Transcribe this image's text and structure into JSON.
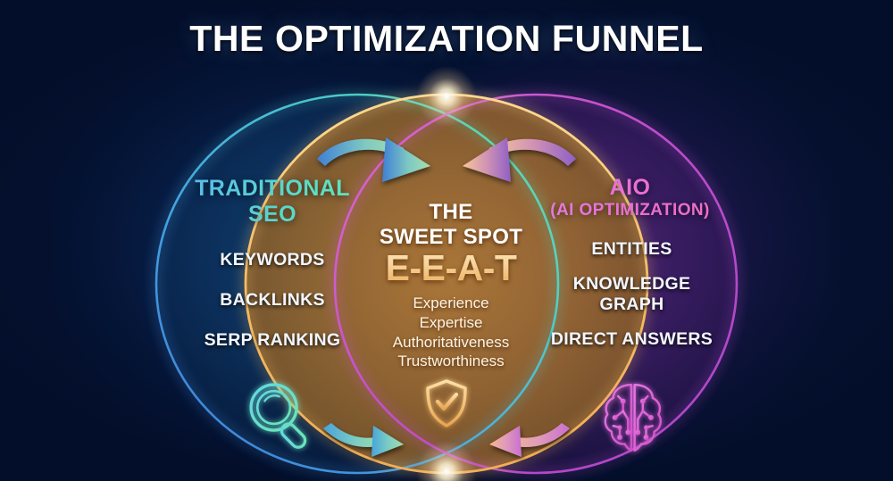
{
  "title": "THE OPTIMIZATION FUNNEL",
  "left_circle": {
    "name": "Traditional SEO",
    "title_line1": "TRADITIONAL",
    "title_line2": "SEO",
    "color": "#57d4d0",
    "items": [
      "KEYWORDS",
      "BACKLINKS",
      "SERP RANKING"
    ],
    "icon": "magnifying-glass-icon"
  },
  "right_circle": {
    "name": "AIO",
    "title_line1": "AIO",
    "title_line2": "(AI OPTIMIZATION)",
    "color": "#e96fd6",
    "items": [
      "ENTITIES",
      "KNOWLEDGE GRAPH",
      "DIRECT ANSWERS"
    ],
    "icon": "ai-brain-icon"
  },
  "center": {
    "heading_line1": "THE",
    "heading_line2": "SWEET SPOT",
    "acronym": "E-E-A-T",
    "expansion": [
      "Experience",
      "Expertise",
      "Authoritativeness",
      "Trustworthiness"
    ],
    "color": "#eaa855",
    "icon": "shield-check-icon"
  },
  "arrows": [
    {
      "id": "top-left-arrow",
      "direction": "into-center",
      "from": "Traditional SEO",
      "colors": [
        "#4a8fd4",
        "#8fd6b4"
      ]
    },
    {
      "id": "top-right-arrow",
      "direction": "into-center",
      "from": "AIO",
      "colors": [
        "#9b66c9",
        "#f3c096"
      ]
    },
    {
      "id": "bottom-left-arrow",
      "direction": "into-center",
      "from": "Traditional SEO",
      "colors": [
        "#4aa6d8",
        "#8fd6a8"
      ]
    },
    {
      "id": "bottom-right-arrow",
      "direction": "into-center",
      "from": "AIO",
      "colors": [
        "#cc74cc",
        "#f3b494"
      ]
    }
  ],
  "theme": {
    "background": "#04112f",
    "title_color": "#ffffff",
    "left_ring": "#4db8e8",
    "right_ring": "#d45fd8",
    "center_ring": "#f2b860"
  }
}
